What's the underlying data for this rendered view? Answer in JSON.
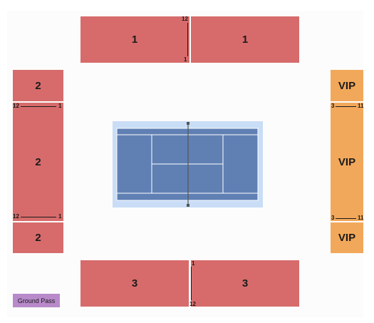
{
  "sections": {
    "top_left": "1",
    "top_right": "1",
    "left_top": "2",
    "left_mid": "2",
    "left_bot": "2",
    "right_top": "VIP",
    "right_mid": "VIP",
    "right_bot": "VIP",
    "bottom_left": "3",
    "bottom_right": "3"
  },
  "row_labels": {
    "top_divider_start": "12",
    "top_divider_end": "1",
    "left_upper_start": "12",
    "left_upper_end": "1",
    "left_lower_start": "12",
    "left_lower_end": "1",
    "right_upper_start": "3",
    "right_upper_end": "11",
    "right_lower_start": "3",
    "right_lower_end": "11",
    "bottom_divider_start": "1",
    "bottom_divider_end": "12"
  },
  "legend": {
    "ground_pass": "Ground Pass"
  },
  "colors": {
    "standard_section": "#d76b6b",
    "vip_section": "#f2a85a",
    "ground_pass": "#b88ac9",
    "court_surface": "#6080b4",
    "court_surround": "#c9ddf6"
  }
}
